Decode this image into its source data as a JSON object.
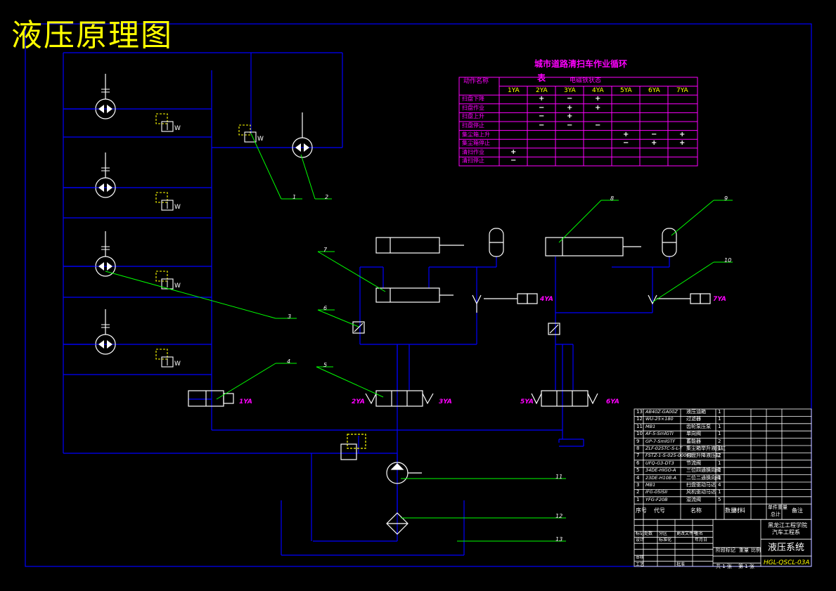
{
  "title": "液压原理图",
  "cycle_table": {
    "title_line1": "城市道路清扫车作业循环",
    "title_line2": "表",
    "header_action": "动作名称",
    "header_group": "电磁铁状态",
    "columns": [
      "1YA",
      "2YA",
      "3YA",
      "4YA",
      "5YA",
      "6YA",
      "7YA"
    ],
    "rows": [
      {
        "label": "扫盘下降",
        "cells": [
          "",
          "+",
          "−",
          "+",
          "",
          "",
          ""
        ]
      },
      {
        "label": "扫盘作业",
        "cells": [
          "",
          "−",
          "+",
          "+",
          "",
          "",
          ""
        ]
      },
      {
        "label": "扫盘上升",
        "cells": [
          "",
          "−",
          "+",
          "",
          "",
          "",
          ""
        ]
      },
      {
        "label": "扫盘停止",
        "cells": [
          "",
          "−",
          "−",
          "−",
          "",
          "",
          ""
        ]
      },
      {
        "label": "集尘箱上升",
        "cells": [
          "",
          "",
          "",
          "",
          "+",
          "−",
          "+"
        ]
      },
      {
        "label": "集尘箱停止",
        "cells": [
          "",
          "",
          "",
          "",
          "−",
          "+",
          "+"
        ]
      },
      {
        "label": "清扫作业",
        "cells": [
          "+",
          "",
          "",
          "",
          "",
          "",
          ""
        ]
      },
      {
        "label": "清扫停止",
        "cells": [
          "−",
          "",
          "",
          "",
          "",
          "",
          ""
        ]
      }
    ]
  },
  "callouts": [
    "1",
    "2",
    "3",
    "4",
    "5",
    "6",
    "7",
    "8",
    "9",
    "10",
    "11",
    "12",
    "13"
  ],
  "solenoid_labels": {
    "s1": "1YA",
    "s2": "2YA",
    "s3": "3YA",
    "s4": "4YA",
    "s5": "5YA",
    "s6": "6YA",
    "s7": "7YA"
  },
  "valve_spring_mark": "W",
  "parts_list": {
    "rows": [
      {
        "no": "13",
        "code": "AB40Z-GA00Z",
        "name": "液压油箱",
        "qty": "1"
      },
      {
        "no": "12",
        "code": "WU-25×180",
        "name": "过滤器",
        "qty": "1"
      },
      {
        "no": "11",
        "code": "MB1",
        "name": "齿轮泵压泵",
        "qty": "1"
      },
      {
        "no": "10",
        "code": "AF-5-SmlGTI",
        "name": "单向阀",
        "qty": "1"
      },
      {
        "no": "9",
        "code": "GP-7-SmlGTF",
        "name": "蓄能器",
        "qty": "2"
      },
      {
        "no": "8",
        "code": "ZLF-025TC-S-L-T",
        "name": "集尘箱举升液压缸",
        "qty": "1"
      },
      {
        "no": "7",
        "code": "FSTZ-1-S-025-00060",
        "name": "扫盘升降液压缸",
        "qty": "2"
      },
      {
        "no": "6",
        "code": "UFQ-G3-DT3",
        "name": "节流阀",
        "qty": "1"
      },
      {
        "no": "5",
        "code": "34DE-HIGO-A",
        "name": "三位四通换向阀",
        "qty": "2"
      },
      {
        "no": "4",
        "code": "23DE-H10B-A",
        "name": "二位二通换向阀",
        "qty": "1"
      },
      {
        "no": "3",
        "code": "MB1",
        "name": "扫盘驱动马达",
        "qty": "4"
      },
      {
        "no": "2",
        "code": "IFG-05ISII",
        "name": "风机驱动马达",
        "qty": "1"
      },
      {
        "no": "1",
        "code": "YFG-F20B",
        "name": "溢流阀",
        "qty": "5"
      }
    ],
    "header": {
      "no": "序号",
      "code": "代号",
      "name": "名称",
      "qty": "数量",
      "material": "材料",
      "unit_weight": "单件重量",
      "total_weight": "总计",
      "remark": "备注"
    }
  },
  "title_block": {
    "school": "黑龙江工程学院",
    "school_line2": "汽车工程系",
    "drawing_name": "液压系统",
    "drawing_no": "HGL-QSCL-03A",
    "sheet": "共 1 张",
    "sheet_of": "第 1 张",
    "stage": "阶段标记",
    "weight": "重量",
    "scale": "比例",
    "designer": "设计",
    "date_std": "标准化",
    "review": "审核",
    "craft": "工艺",
    "approve": "批准",
    "marks": "标记处数",
    "zone": "分区",
    "change_doc": "更改文件号",
    "signature": "签名",
    "ymd": "年月日"
  },
  "colors": {
    "line_main": "#0000ff",
    "line_leader": "#00ff00",
    "table_grid": "#ff00ff",
    "text_yellow": "#ffff00",
    "text_white": "#ffffff",
    "symbol_cyan": "#00ffff",
    "valve_yellow": "#ffff00"
  }
}
